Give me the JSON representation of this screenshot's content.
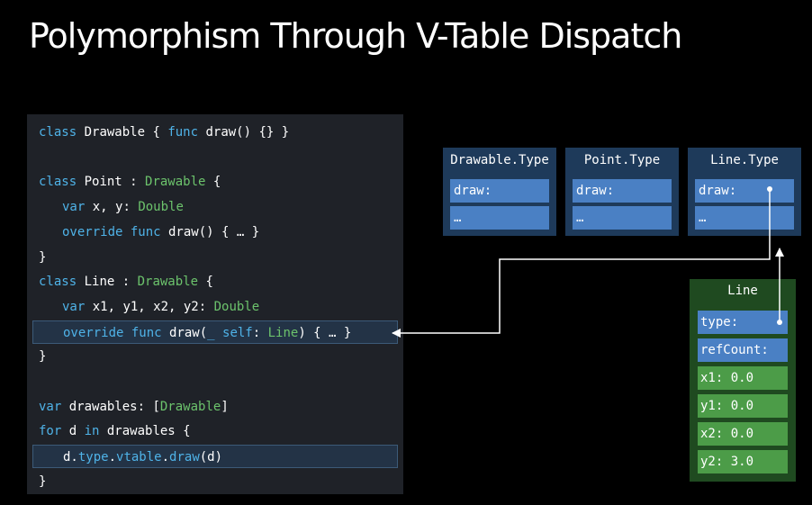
{
  "title": "Polymorphism Through V-Table Dispatch",
  "code": [
    {
      "kind": "line",
      "tokens": [
        {
          "t": "class",
          "c": "kw"
        },
        {
          "t": " Drawable { "
        },
        {
          "t": "func",
          "c": "kw"
        },
        {
          "t": " draw() {} }"
        }
      ]
    },
    {
      "kind": "blank"
    },
    {
      "kind": "line",
      "tokens": [
        {
          "t": "class",
          "c": "kw"
        },
        {
          "t": " Point : "
        },
        {
          "t": "Drawable",
          "c": "ty"
        },
        {
          "t": " {"
        }
      ]
    },
    {
      "kind": "line",
      "indent": true,
      "tokens": [
        {
          "t": "var",
          "c": "kw"
        },
        {
          "t": " x, y: "
        },
        {
          "t": "Double",
          "c": "ty"
        }
      ]
    },
    {
      "kind": "line",
      "indent": true,
      "tokens": [
        {
          "t": "override func",
          "c": "kw"
        },
        {
          "t": " draw() { … }"
        }
      ]
    },
    {
      "kind": "line",
      "tokens": [
        {
          "t": "}"
        }
      ]
    },
    {
      "kind": "line",
      "tokens": [
        {
          "t": "class",
          "c": "kw"
        },
        {
          "t": " Line : "
        },
        {
          "t": "Drawable",
          "c": "ty"
        },
        {
          "t": " {"
        }
      ]
    },
    {
      "kind": "line",
      "indent": true,
      "tokens": [
        {
          "t": "var",
          "c": "kw"
        },
        {
          "t": " x1, y1, x2, y2: "
        },
        {
          "t": "Double",
          "c": "ty"
        }
      ]
    },
    {
      "kind": "line",
      "indent": true,
      "highlight": true,
      "tokens": [
        {
          "t": "override func",
          "c": "kw"
        },
        {
          "t": " draw("
        },
        {
          "t": "_ self",
          "c": "kw"
        },
        {
          "t": ": "
        },
        {
          "t": "Line",
          "c": "ty"
        },
        {
          "t": ") { … }"
        }
      ]
    },
    {
      "kind": "line",
      "tokens": [
        {
          "t": "}"
        }
      ]
    },
    {
      "kind": "blank"
    },
    {
      "kind": "line",
      "tokens": [
        {
          "t": "var",
          "c": "kw"
        },
        {
          "t": " drawables: ["
        },
        {
          "t": "Drawable",
          "c": "ty"
        },
        {
          "t": "]"
        }
      ]
    },
    {
      "kind": "line",
      "tokens": [
        {
          "t": "for",
          "c": "kw"
        },
        {
          "t": " d "
        },
        {
          "t": "in",
          "c": "kw"
        },
        {
          "t": " drawables {"
        }
      ]
    },
    {
      "kind": "line",
      "indent": true,
      "highlight": true,
      "tokens": [
        {
          "t": "d."
        },
        {
          "t": "type",
          "c": "kw"
        },
        {
          "t": "."
        },
        {
          "t": "vtable",
          "c": "kw"
        },
        {
          "t": "."
        },
        {
          "t": "draw",
          "c": "kw"
        },
        {
          "t": "(d)"
        }
      ]
    },
    {
      "kind": "line",
      "tokens": [
        {
          "t": "}"
        }
      ]
    }
  ],
  "type_tables": [
    {
      "name": "Drawable.Type",
      "slots": [
        "draw:",
        "…"
      ]
    },
    {
      "name": "Point.Type",
      "slots": [
        "draw:",
        "…"
      ]
    },
    {
      "name": "Line.Type",
      "slots": [
        "draw:",
        "…"
      ]
    }
  ],
  "instance": {
    "name": "Line",
    "fields": [
      {
        "label": "type:",
        "kind": "pointer"
      },
      {
        "label": "refCount:",
        "kind": "pointer"
      },
      {
        "label": "x1: 0.0",
        "kind": "value"
      },
      {
        "label": "y1: 0.0",
        "kind": "value"
      },
      {
        "label": "x2: 0.0",
        "kind": "value"
      },
      {
        "label": "y2: 3.0",
        "kind": "value"
      }
    ]
  },
  "colors": {
    "keyword": "#4fb3e8",
    "type": "#6cc36c",
    "type_table_bg": "#1e3a5a",
    "slot_bg": "#4a80c4",
    "instance_bg": "#1f4a20",
    "value_bg": "#4c9c48"
  }
}
